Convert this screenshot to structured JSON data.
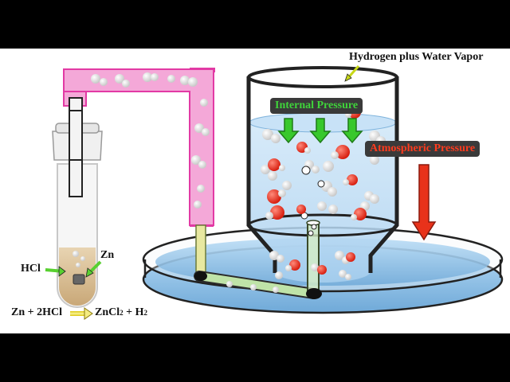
{
  "labels": {
    "hydrogen_vapor": "Hydrogen plus Water Vapor",
    "internal_pressure": "Internal Pressure",
    "atmospheric_pressure": "Atmospheric Pressure",
    "hcl": "HCl",
    "zn": "Zn"
  },
  "equation": {
    "left": "Zn + 2HCl",
    "right_prefix": "ZnCl",
    "sub1": "2",
    "right_mid": " + H",
    "sub2": "2"
  },
  "colors": {
    "tube_pink": "#f4a8d8",
    "tube_border": "#e23aa4",
    "water": "#9cc8ec",
    "internal_text": "#3fd43a",
    "internal_arrow": "#38c82c",
    "atmos_text": "#ff3b1e",
    "atmos_arrow": "#e8321a",
    "pill_bg": "#3a3a3a"
  }
}
